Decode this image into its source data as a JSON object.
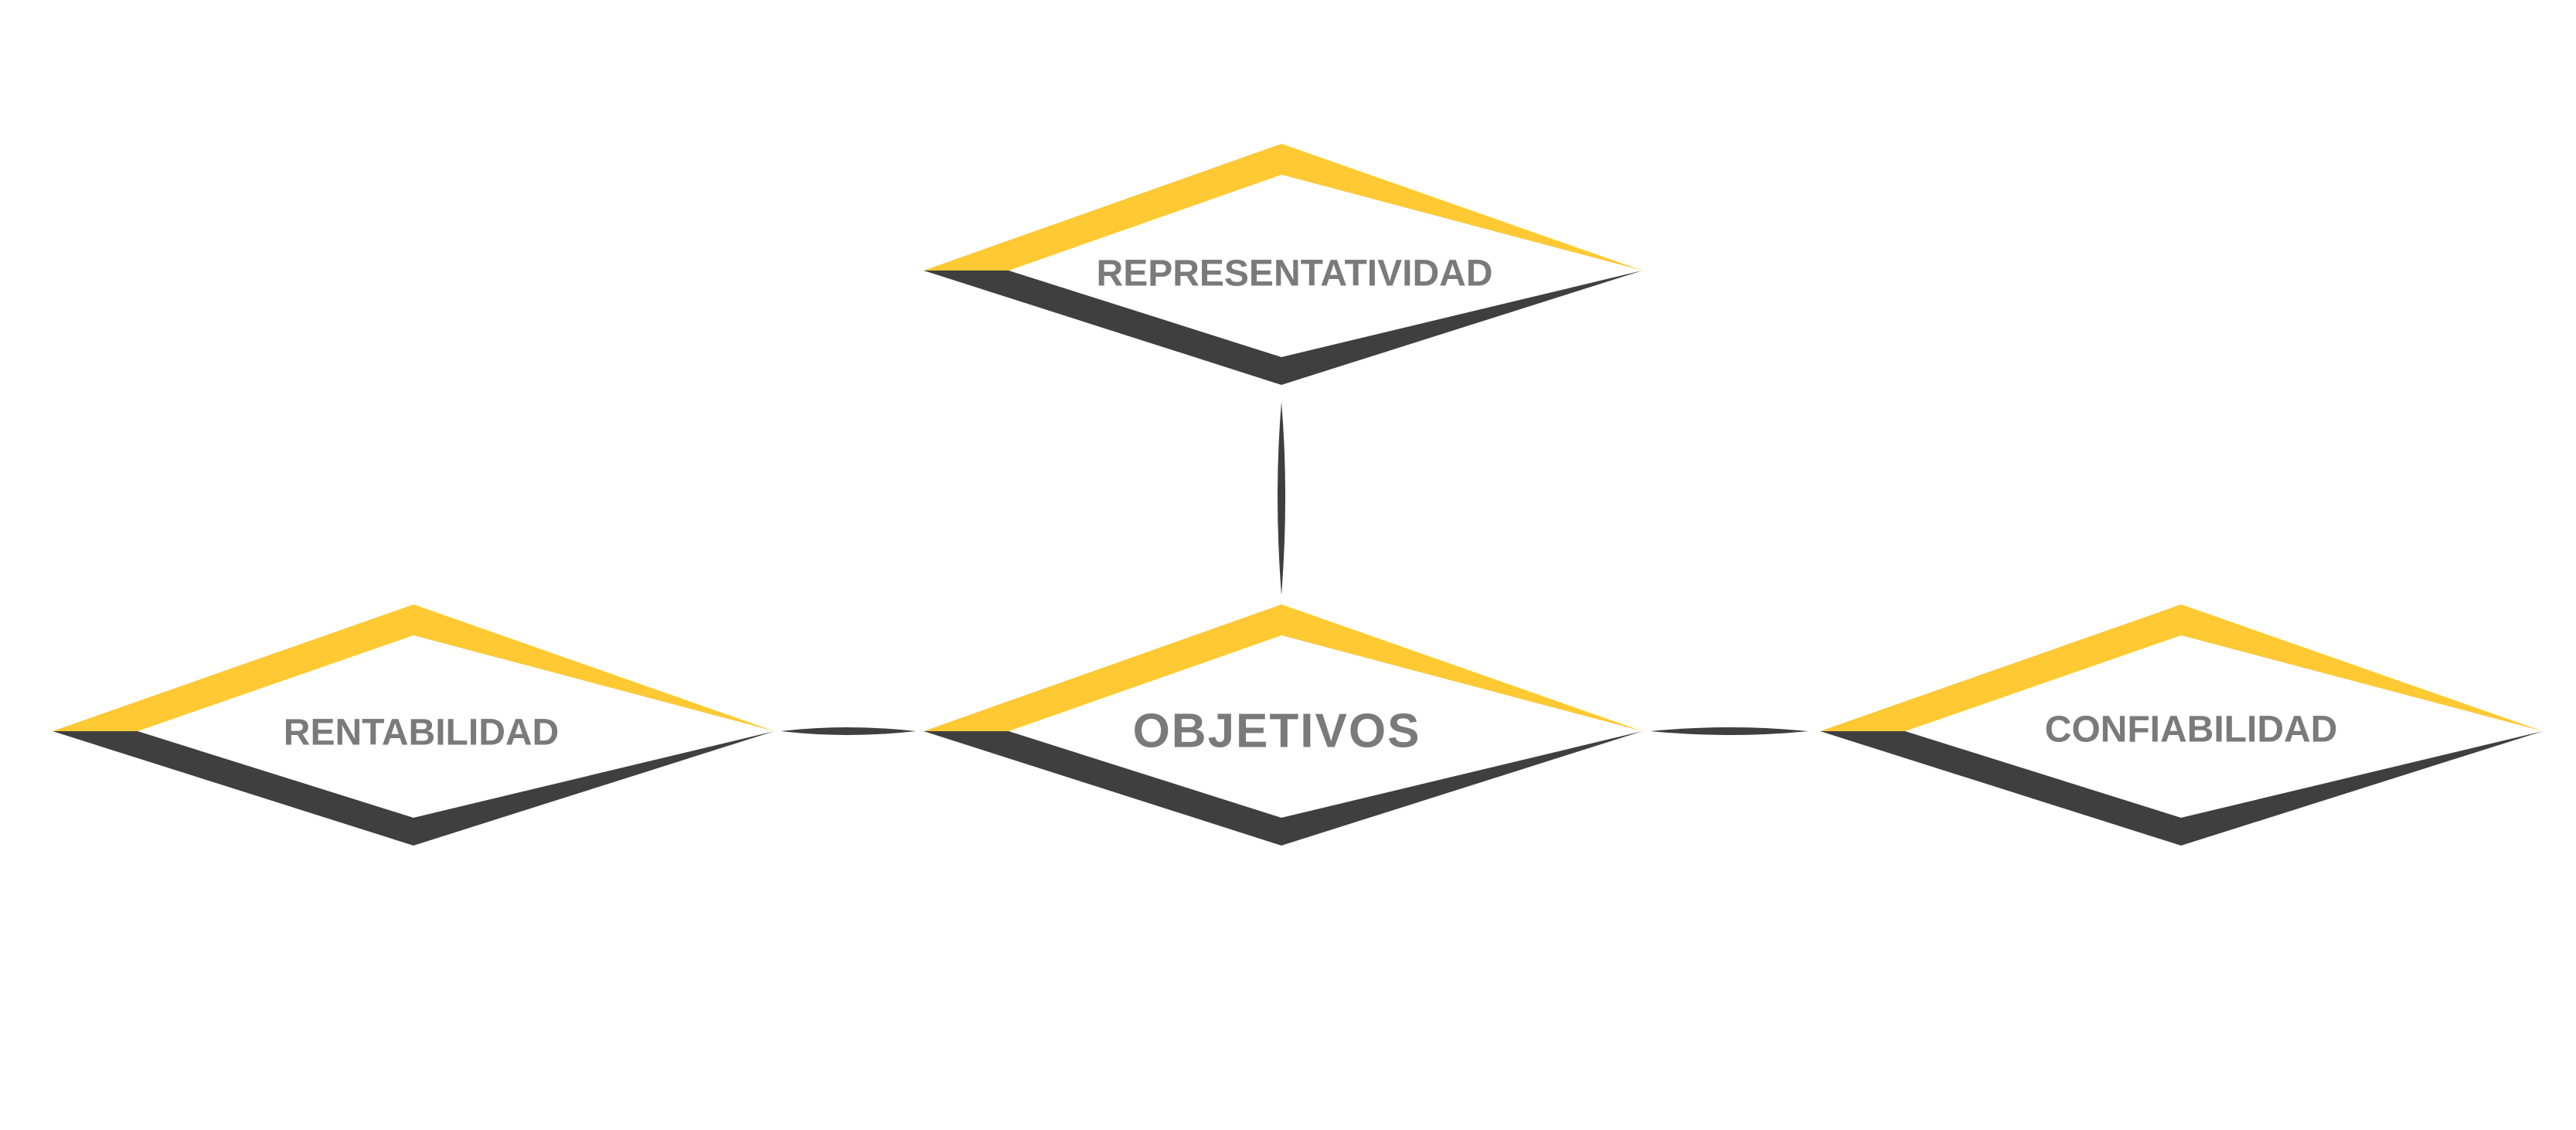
{
  "diagram": {
    "colors": {
      "accent": "#FFC933",
      "shadow": "#3F3F3F",
      "text": "#7A7A7A",
      "background": "#FFFFFF"
    },
    "nodes": {
      "top": {
        "label": "REPRESENTATIVIDAD"
      },
      "center": {
        "label": "OBJETIVOS"
      },
      "left": {
        "label": "RENTABILIDAD"
      },
      "right": {
        "label": "CONFIABILIDAD"
      }
    }
  }
}
